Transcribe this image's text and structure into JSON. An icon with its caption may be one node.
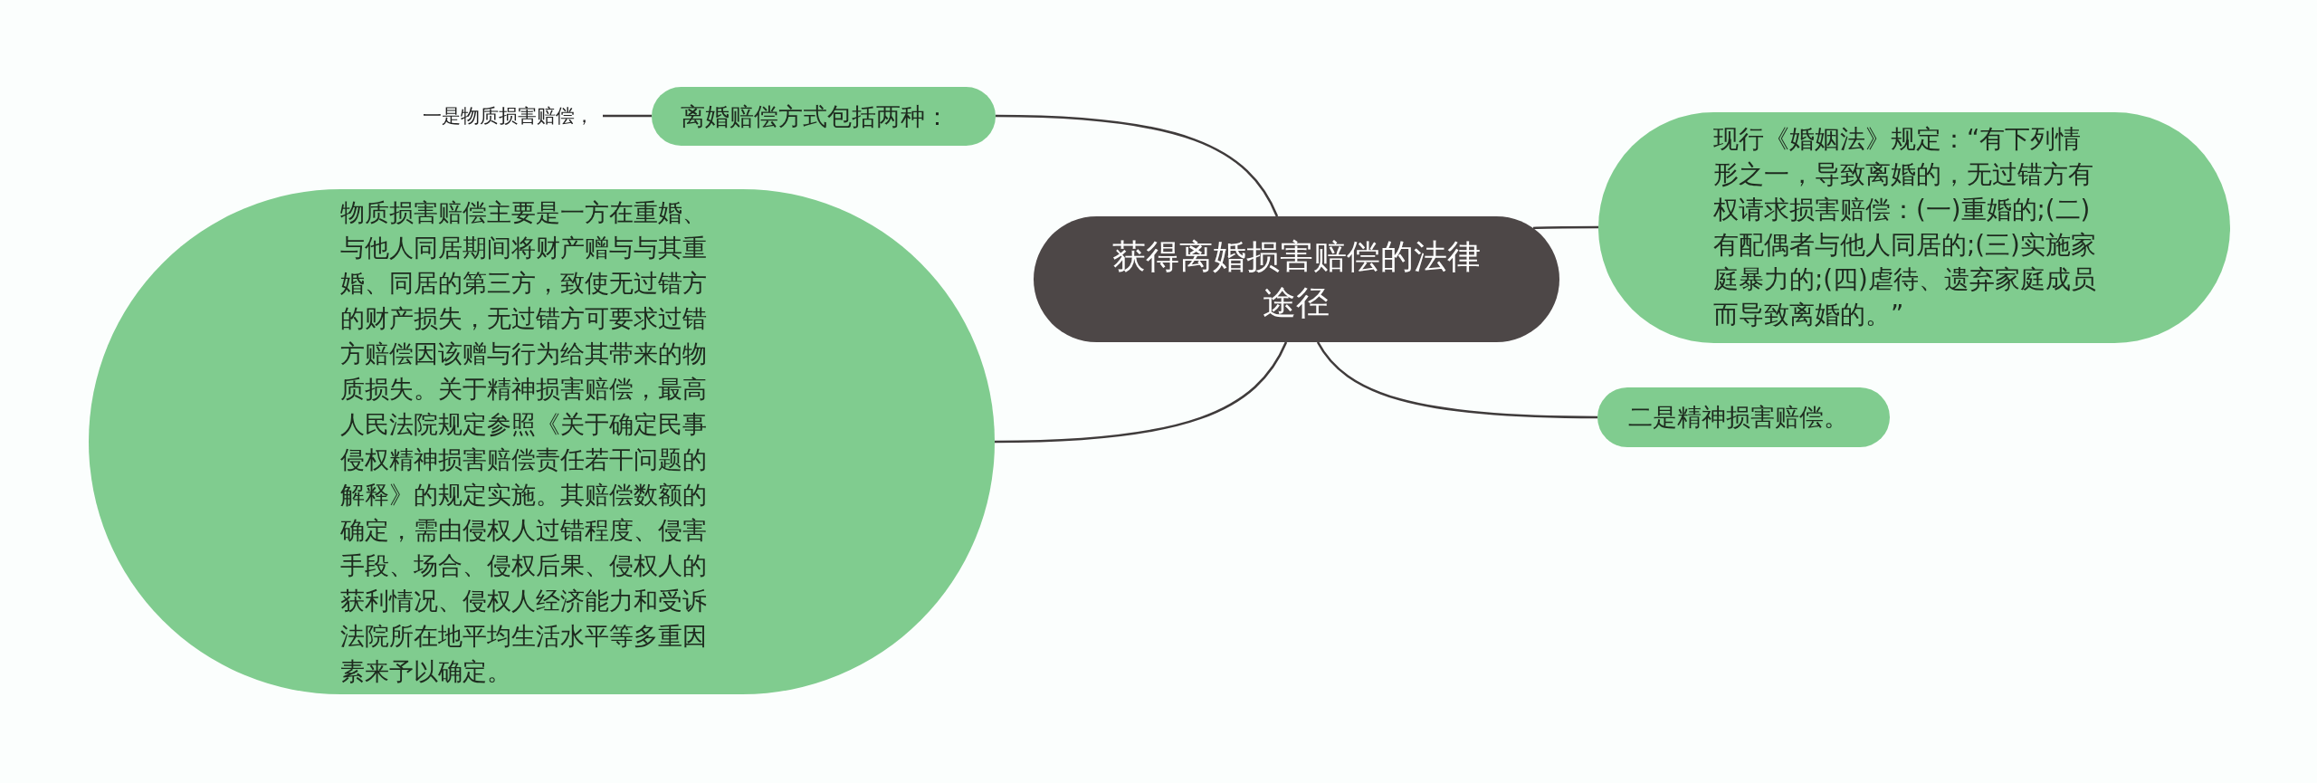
{
  "diagram": {
    "nodes": [
      {
        "text": [
          "获得离婚损害赔偿的法律途径"
        ]
      },
      {
        "text": [
          "离婚赔偿方式包括两种："
        ]
      },
      {
        "text": [
          "一是物质损害赔偿，"
        ]
      },
      {
        "text": [
          "物质损害赔偿主要是一方在重婚、与他人同居期间将财产赠与与其重婚、同居的第三方，致使无过错方的财产损失，无过错方可要求过错方赔偿因该赠与行为给其带来的物质损失。关于精神损害赔偿，最高人民法院规定参照《关于确定民事侵权精神损害赔偿责任若干问题的解释》的规定实施。其赔偿数额的确定，需由侵权人过错程度、侵害手段、场合、侵权后果、侵权人的获利情况、侵权人经济能力和受诉法院所在地平均生活水平等多重因素来予以确定。"
        ]
      },
      {
        "text": [
          "现行《婚姻法》规定：“有下列情形之一，导致离婚的，无过错方有权请求损害赔偿：(一)重婚的;(二)有配偶者与他人同居的;(三)实施家庭暴力的;(四)虐待、遗弃家庭成员而导致离婚的。”"
        ]
      },
      {
        "text": [
          "二是精神损害赔偿。"
        ]
      }
    ],
    "edges": [
      {
        "from": 0,
        "to": 1,
        "arrow": "none"
      },
      {
        "from": 1,
        "to": 2,
        "arrow": "none"
      },
      {
        "from": 0,
        "to": 3,
        "arrow": "none"
      },
      {
        "from": 0,
        "to": 4,
        "arrow": "none"
      },
      {
        "from": 0,
        "to": 5,
        "arrow": "none"
      }
    ]
  }
}
